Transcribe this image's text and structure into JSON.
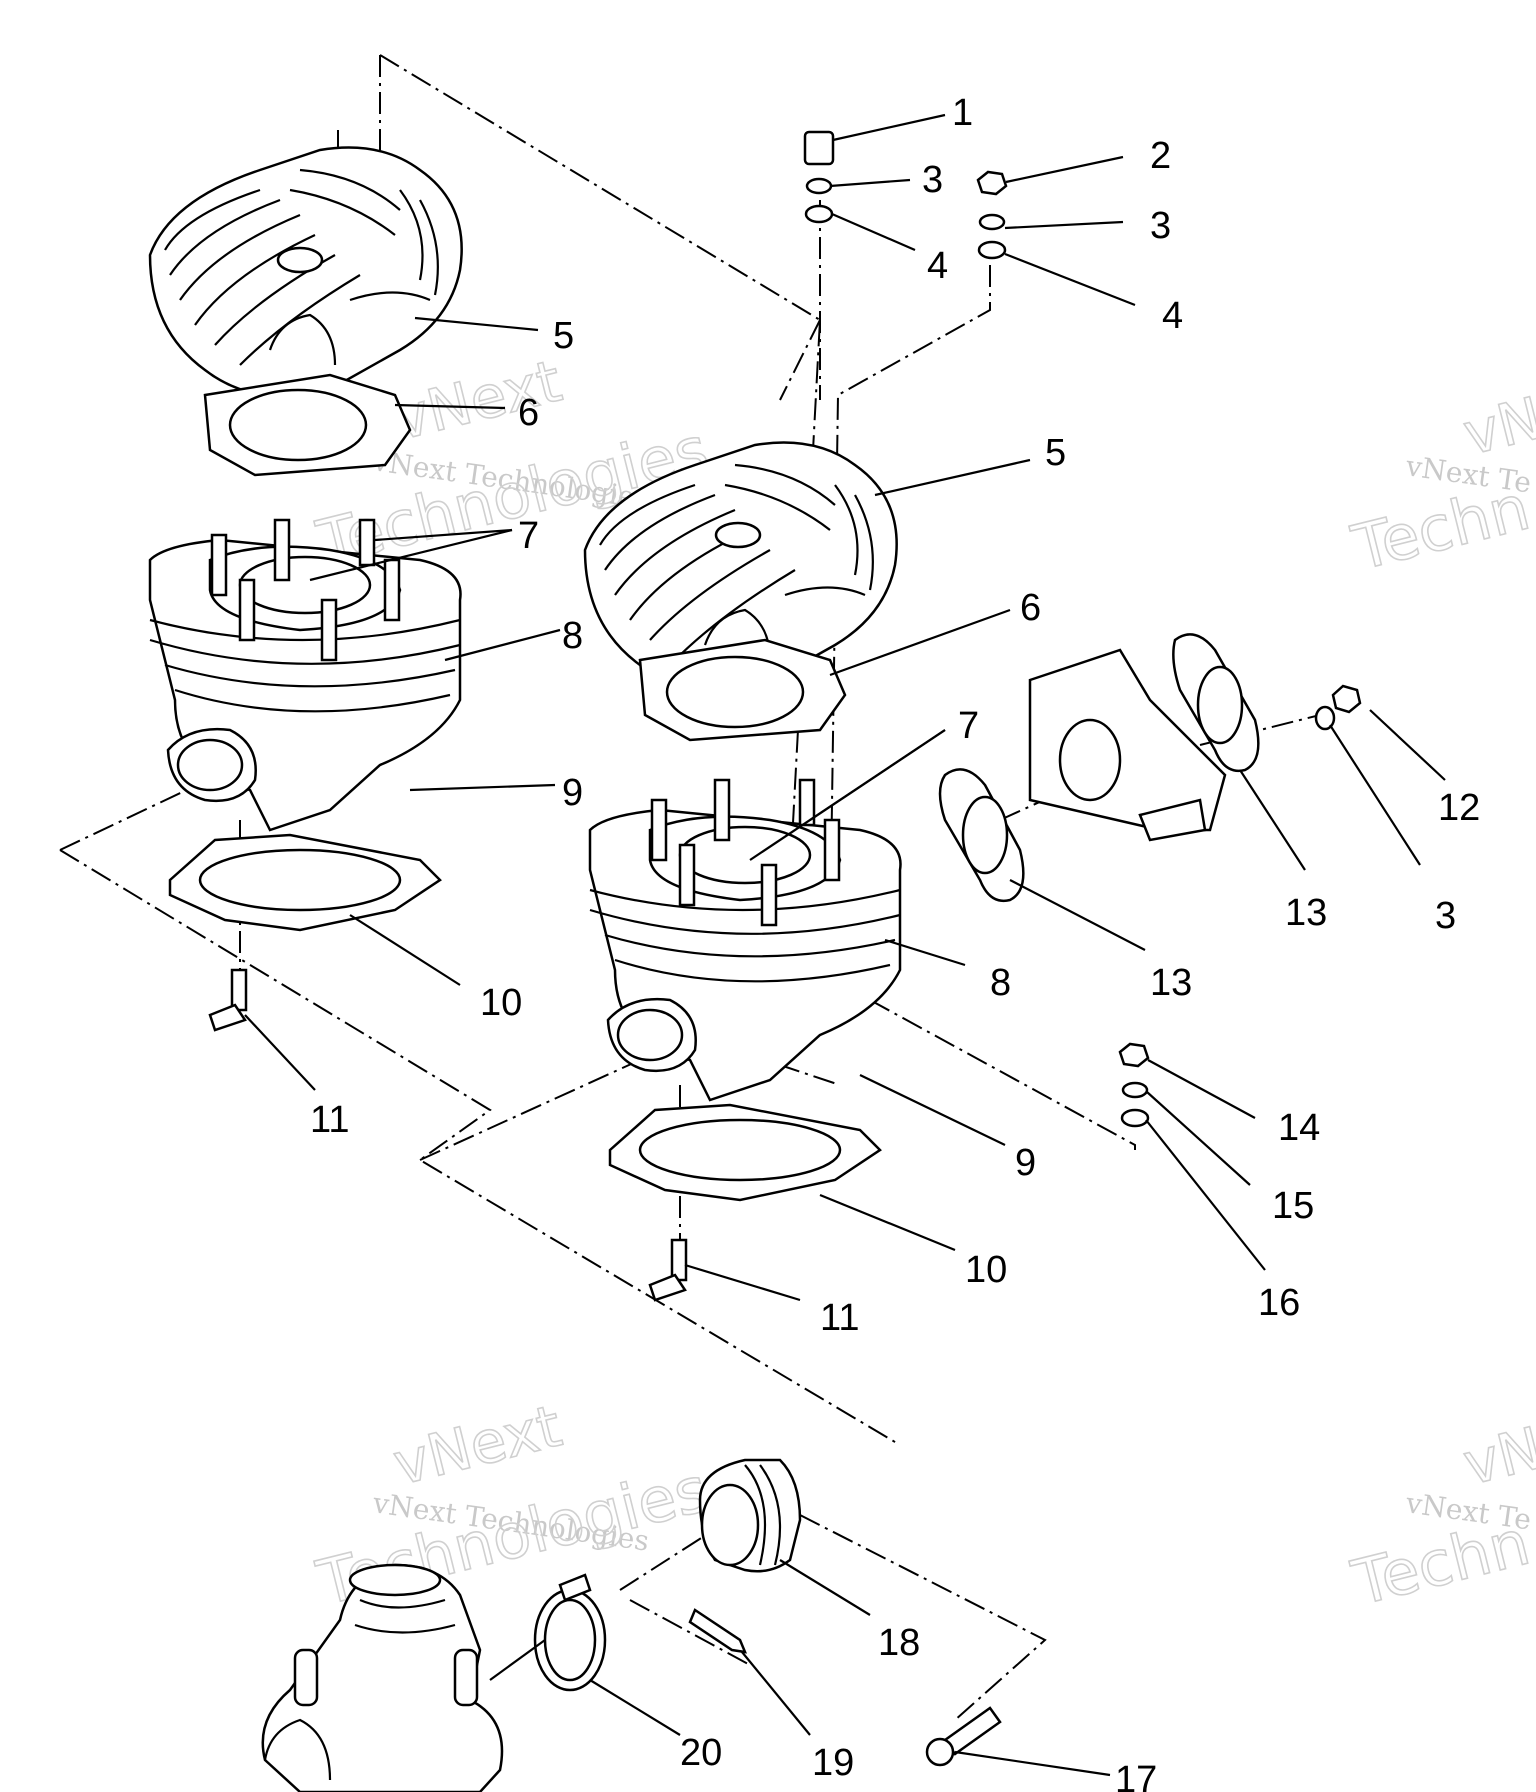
{
  "watermark": {
    "brand": "vNext",
    "company": "vNext Technologies",
    "word": "Technologies",
    "partial_company": "vNext Te",
    "partial_word": "Techn",
    "partial_brand": "vNe"
  },
  "callouts": [
    {
      "id": "c1",
      "label": "1"
    },
    {
      "id": "c2",
      "label": "2"
    },
    {
      "id": "c3a",
      "label": "3"
    },
    {
      "id": "c3b",
      "label": "3"
    },
    {
      "id": "c4a",
      "label": "4"
    },
    {
      "id": "c4b",
      "label": "4"
    },
    {
      "id": "c5a",
      "label": "5"
    },
    {
      "id": "c5b",
      "label": "5"
    },
    {
      "id": "c6a",
      "label": "6"
    },
    {
      "id": "c6b",
      "label": "6"
    },
    {
      "id": "c7a",
      "label": "7"
    },
    {
      "id": "c7b",
      "label": "7"
    },
    {
      "id": "c8a",
      "label": "8"
    },
    {
      "id": "c8b",
      "label": "8"
    },
    {
      "id": "c9a",
      "label": "9"
    },
    {
      "id": "c9b",
      "label": "9"
    },
    {
      "id": "c10a",
      "label": "10"
    },
    {
      "id": "c10b",
      "label": "10"
    },
    {
      "id": "c11a",
      "label": "11"
    },
    {
      "id": "c11b",
      "label": "11"
    },
    {
      "id": "c12",
      "label": "12"
    },
    {
      "id": "c3c",
      "label": "3"
    },
    {
      "id": "c13a",
      "label": "13"
    },
    {
      "id": "c13b",
      "label": "13"
    },
    {
      "id": "c14",
      "label": "14"
    },
    {
      "id": "c15",
      "label": "15"
    },
    {
      "id": "c16",
      "label": "16"
    },
    {
      "id": "c17",
      "label": "17"
    },
    {
      "id": "c18",
      "label": "18"
    },
    {
      "id": "c19",
      "label": "19"
    },
    {
      "id": "c20",
      "label": "20"
    }
  ]
}
